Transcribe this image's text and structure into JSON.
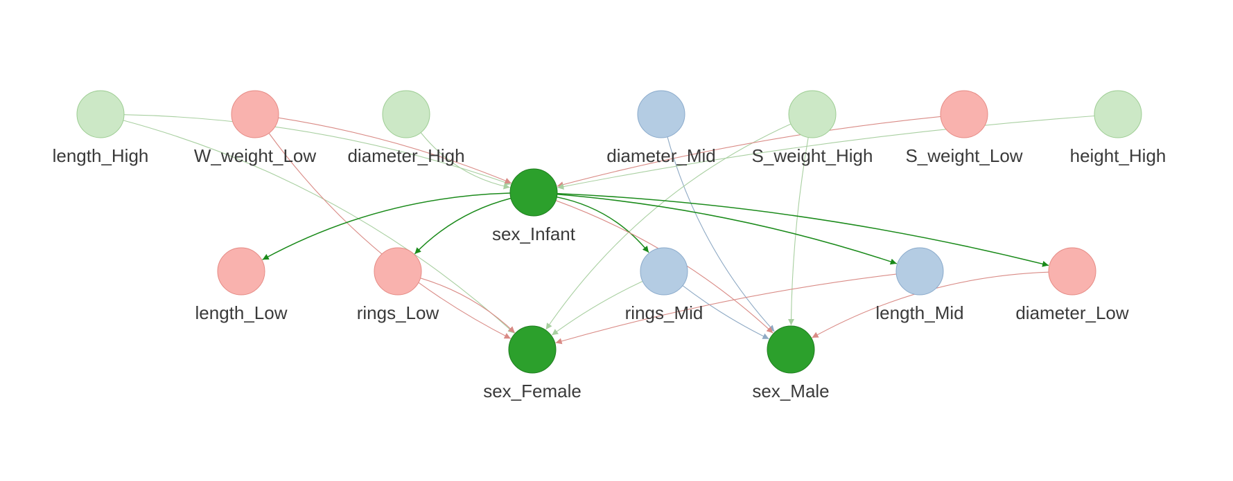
{
  "colors": {
    "green_node": "#2ca02c",
    "green_node_stroke": "#1e7d1e",
    "light_green_node": "#cce8c6",
    "light_green_stroke": "#9ccc92",
    "red_node": "#f9b2ae",
    "red_stroke": "#e58a84",
    "blue_node": "#b4cce3",
    "blue_stroke": "#8aaacb",
    "edge_green": "#1a8a1a",
    "edge_light_green": "#a8cfa0",
    "edge_red": "#d98a85",
    "edge_blue": "#8ea9c4"
  },
  "nodes": [
    {
      "id": "length_High",
      "label": "length_High",
      "kind": "light_green"
    },
    {
      "id": "W_weight_Low",
      "label": "W_weight_Low",
      "kind": "red"
    },
    {
      "id": "diameter_High",
      "label": "diameter_High",
      "kind": "light_green"
    },
    {
      "id": "diameter_Mid",
      "label": "diameter_Mid",
      "kind": "blue"
    },
    {
      "id": "S_weight_High",
      "label": "S_weight_High",
      "kind": "light_green"
    },
    {
      "id": "S_weight_Low",
      "label": "S_weight_Low",
      "kind": "red"
    },
    {
      "id": "height_High",
      "label": "height_High",
      "kind": "light_green"
    },
    {
      "id": "sex_Infant",
      "label": "sex_Infant",
      "kind": "green"
    },
    {
      "id": "length_Low",
      "label": "length_Low",
      "kind": "red"
    },
    {
      "id": "rings_Low",
      "label": "rings_Low",
      "kind": "red"
    },
    {
      "id": "rings_Mid",
      "label": "rings_Mid",
      "kind": "blue"
    },
    {
      "id": "length_Mid",
      "label": "length_Mid",
      "kind": "blue"
    },
    {
      "id": "diameter_Low",
      "label": "diameter_Low",
      "kind": "red"
    },
    {
      "id": "sex_Female",
      "label": "sex_Female",
      "kind": "green"
    },
    {
      "id": "sex_Male",
      "label": "sex_Male",
      "kind": "green"
    }
  ],
  "edges": [
    {
      "from": "length_High",
      "to": "sex_Infant",
      "color": "edge_light_green"
    },
    {
      "from": "length_High",
      "to": "sex_Female",
      "color": "edge_light_green"
    },
    {
      "from": "W_weight_Low",
      "to": "sex_Infant",
      "color": "edge_red"
    },
    {
      "from": "W_weight_Low",
      "to": "sex_Female",
      "color": "edge_red"
    },
    {
      "from": "diameter_High",
      "to": "sex_Infant",
      "color": "edge_light_green"
    },
    {
      "from": "diameter_Mid",
      "to": "sex_Male",
      "color": "edge_blue"
    },
    {
      "from": "S_weight_High",
      "to": "sex_Male",
      "color": "edge_light_green"
    },
    {
      "from": "S_weight_High",
      "to": "sex_Female",
      "color": "edge_light_green"
    },
    {
      "from": "S_weight_Low",
      "to": "sex_Infant",
      "color": "edge_red"
    },
    {
      "from": "height_High",
      "to": "sex_Infant",
      "color": "edge_light_green"
    },
    {
      "from": "sex_Infant",
      "to": "length_Low",
      "color": "edge_green"
    },
    {
      "from": "sex_Infant",
      "to": "rings_Low",
      "color": "edge_green"
    },
    {
      "from": "sex_Infant",
      "to": "rings_Mid",
      "color": "edge_green"
    },
    {
      "from": "sex_Infant",
      "to": "length_Mid",
      "color": "edge_green"
    },
    {
      "from": "sex_Infant",
      "to": "diameter_Low",
      "color": "edge_green"
    },
    {
      "from": "sex_Infant",
      "to": "sex_Male",
      "color": "edge_red"
    },
    {
      "from": "rings_Low",
      "to": "sex_Female",
      "color": "edge_red"
    },
    {
      "from": "rings_Mid",
      "to": "sex_Female",
      "color": "edge_light_green"
    },
    {
      "from": "rings_Mid",
      "to": "sex_Male",
      "color": "edge_blue"
    },
    {
      "from": "length_Mid",
      "to": "sex_Female",
      "color": "edge_red"
    },
    {
      "from": "diameter_Low",
      "to": "sex_Male",
      "color": "edge_red"
    }
  ]
}
